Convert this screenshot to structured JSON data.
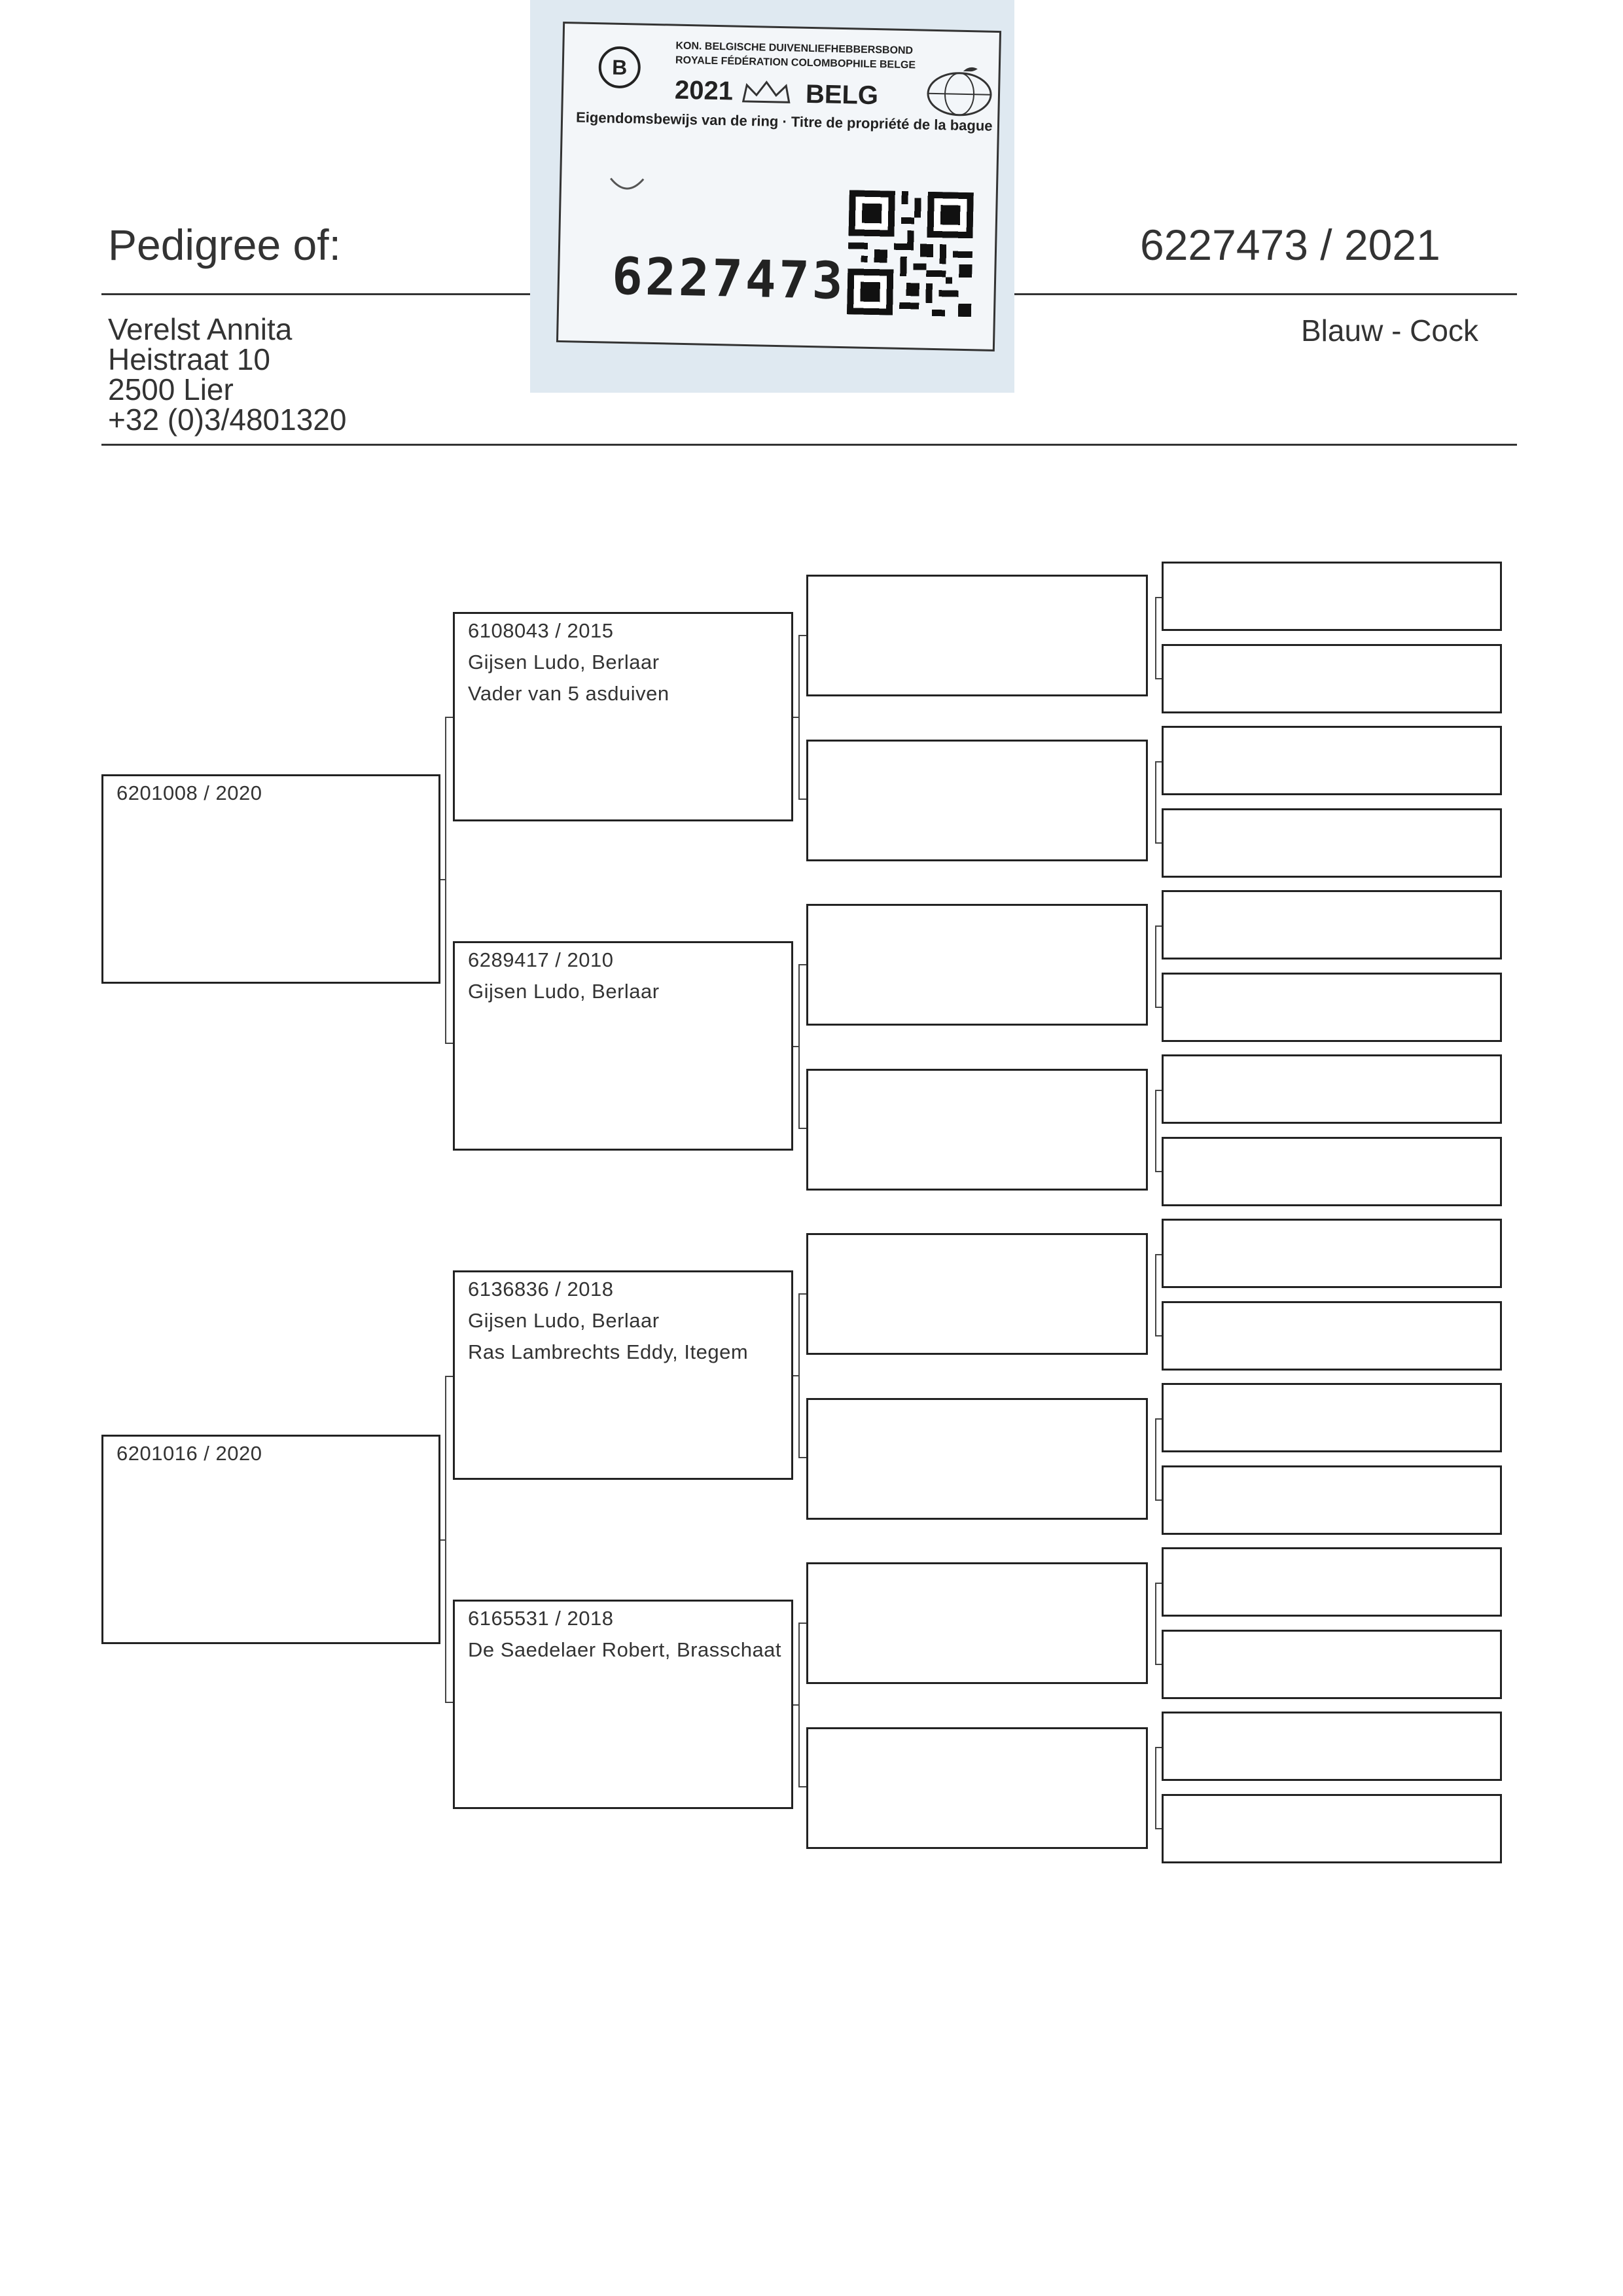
{
  "header": {
    "title": "Pedigree of:",
    "ring": "6227473 / 2021",
    "color_sex": "Blauw - Cock"
  },
  "owner": {
    "name": "Verelst Annita",
    "street": "Heistraat 10",
    "city": "2500 Lier",
    "phone": "+32 (0)3/4801320"
  },
  "ring_card": {
    "line1": "KON. BELGISCHE DUIVENLIEFHEBBERSBOND",
    "line2": "ROYALE FÉDÉRATION COLOMBOPHILE BELGE",
    "year": "2021",
    "country": "BELG",
    "subtitle": "Eigendomsbewijs van de ring · Titre de propriété de la bague",
    "number": "6227473"
  },
  "parents": {
    "sire": {
      "ring": "6201008 / 2020"
    },
    "dam": {
      "ring": "6201016 / 2020"
    }
  },
  "grandparents": [
    {
      "ring": "6108043 / 2015",
      "breeder": "Gijsen Ludo, Berlaar",
      "note": "Vader van 5 asduiven"
    },
    {
      "ring": "6289417 / 2010",
      "breeder": "Gijsen Ludo, Berlaar",
      "note": ""
    },
    {
      "ring": "6136836 / 2018",
      "breeder": "Gijsen Ludo, Berlaar",
      "note": "Ras Lambrechts Eddy, Itegem"
    },
    {
      "ring": "6165531 / 2018",
      "breeder": "De Saedelaer Robert, Brasschaat",
      "note": ""
    }
  ],
  "colors": {
    "card_background": "#dfe9f1",
    "ink": "#222222"
  }
}
